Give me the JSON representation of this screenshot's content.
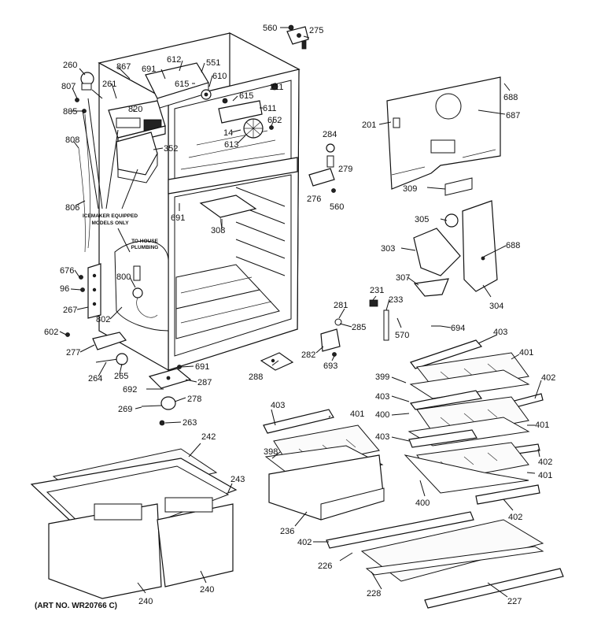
{
  "art_number": "(ART NO. WR20766 C)",
  "notes": {
    "icemaker_line1": "ICEMAKER EQUIPPED",
    "icemaker_line2": "MODELS ONLY",
    "plumbing_line1": "TO HOUSE",
    "plumbing_line2": "PLUMBING"
  },
  "callouts": [
    "560",
    "275",
    "688",
    "687",
    "201",
    "284",
    "279",
    "276",
    "560b",
    "309",
    "305",
    "688b",
    "303",
    "304",
    "307",
    "231",
    "233",
    "570",
    "281",
    "285",
    "282",
    "693",
    "694",
    "403",
    "401",
    "399",
    "402",
    "403b",
    "400",
    "401b",
    "403c",
    "402b",
    "401c",
    "400b",
    "402c",
    "288",
    "260",
    "867",
    "612",
    "551",
    "691",
    "615",
    "610",
    "807",
    "261",
    "820",
    "211",
    "805",
    "615b",
    "611",
    "652",
    "14",
    "613",
    "808",
    "352",
    "691b",
    "308",
    "806",
    "676",
    "96",
    "267",
    "800",
    "802",
    "602",
    "277",
    "264",
    "265",
    "691c",
    "287",
    "692",
    "278",
    "269",
    "263",
    "242",
    "243",
    "403d",
    "401d",
    "398",
    "236",
    "240",
    "240b",
    "402d",
    "226",
    "228",
    "227"
  ]
}
